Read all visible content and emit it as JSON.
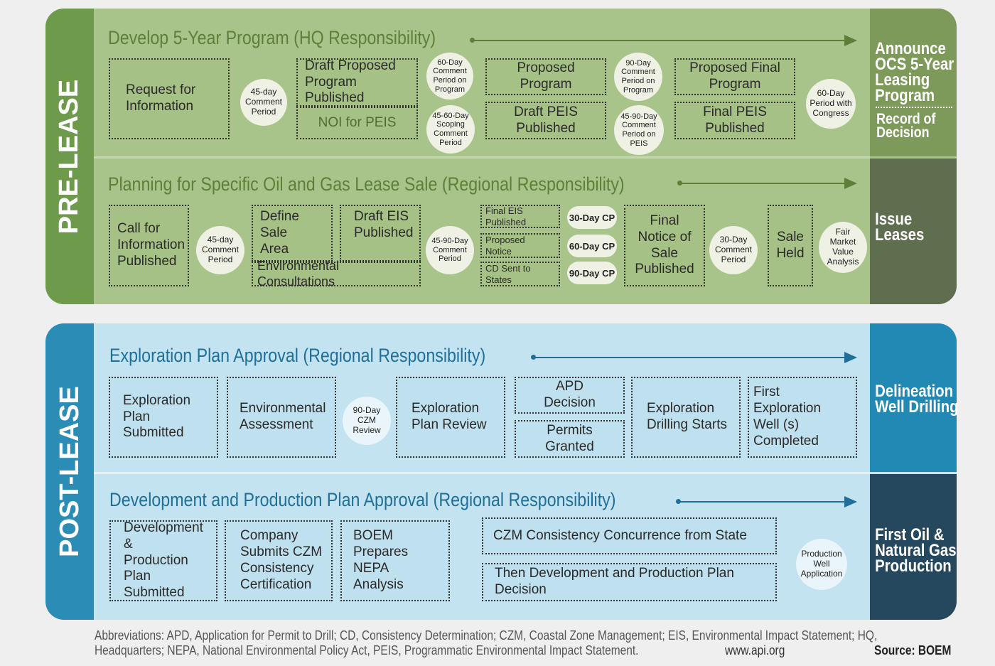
{
  "colors": {
    "prelease_dark": "#6e9a4c",
    "prelease_light": "#a9c48a",
    "postlease_dark": "#2b8cb6",
    "postlease_light": "#c3e3f1",
    "side_green": "#7d9a5b",
    "side_olive": "#5f6e4f",
    "side_teal": "#2289b5",
    "side_navy": "#25485f"
  },
  "prelease": {
    "label": "PRE-LEASE",
    "hq": {
      "title": "Develop 5-Year Program (HQ Responsibility)",
      "request_info": "Request for\nInformation",
      "c45": "45-day\nComment\nPeriod",
      "draft_proposed": "Draft Proposed\nProgram Published",
      "noi": "NOI for PEIS",
      "c60": "60-Day\nComment\nPeriod on\nProgram",
      "c45_60": "45-60-Day\nScoping\nComment\nPeriod",
      "proposed_program": "Proposed Program",
      "draft_peis": "Draft PEIS\nPublished",
      "c90": "90-Day\nComment\nPeriod on\nProgram",
      "c45_90": "45-90-Day\nComment\nPeriod on\nPEIS",
      "proposed_final": "Proposed Final\nProgram",
      "final_peis": "Final PEIS\nPublished",
      "c60_congress": "60-Day\nPeriod with\nCongress",
      "side_title": "Announce\nOCS 5-Year\nLeasing\nProgram",
      "side_sub": "Record of\nDecision"
    },
    "regional": {
      "title": "Planning for Specific Oil and Gas Lease Sale (Regional Responsibility)",
      "call_info": "Call for\nInformation\nPublished",
      "c45": "45-day\nComment\nPeriod",
      "define_area": "Define\nSale\nArea",
      "draft_eis": "Draft EIS\nPublished",
      "env_consult": "Environmental Consultations",
      "c45_90": "45-90-Day\nComment\nPeriod",
      "final_eis": "Final EIS Published",
      "proposed_notice": "Proposed Notice",
      "cd_sent": "CD Sent to States",
      "cp30": "30-Day CP",
      "cp60": "60-Day CP",
      "cp90": "90-Day CP",
      "final_notice": "Final\nNotice of\nSale\nPublished",
      "c30": "30-Day\nComment\nPeriod",
      "sale_held": "Sale\nHeld",
      "fair_market": "Fair\nMarket\nValue\nAnalysis",
      "side_title": "Issue\nLeases"
    }
  },
  "postlease": {
    "label": "POST-LEASE",
    "exploration": {
      "title": "Exploration Plan Approval (Regional Responsibility)",
      "plan_submitted": "Exploration\nPlan Submitted",
      "env_assessment": "Environmental\nAssessment",
      "czm90": "90-Day\nCZM Review",
      "plan_review": "Exploration\nPlan Review",
      "apd_decision": "APD\nDecision",
      "permits": "Permits\nGranted",
      "drilling_starts": "Exploration\nDrilling Starts",
      "first_well": "First Exploration\nWell (s) Completed",
      "side_title": "Delineation\nWell Drilling"
    },
    "development": {
      "title": "Development and Production Plan Approval (Regional Responsibility)",
      "dpp_submitted": "Development &\nProduction Plan\nSubmitted",
      "company_czm": "Company\nSubmits CZM\nConsistency\nCertification",
      "boem_nepa": "BOEM Prepares\nNEPA  Analysis",
      "czm_concurrence": "CZM Consistency Concurrence from State",
      "dpp_decision": "Then Development and Production Plan Decision",
      "production_well": "Production\nWell\nApplication",
      "side_title": "First Oil &\nNatural Gas\nProduction"
    }
  },
  "footer": {
    "line1": "Abbreviations: APD, Application for Permit to Drill; CD, Consistency Determination; CZM, Coastal Zone Management; EIS, Environmental Impact Statement; HQ,",
    "line2": "Headquarters; NEPA, National Environmental Policy Act, PEIS, Programmatic Environmental Impact Statement.",
    "url": "www.api.org",
    "source": "Source: BOEM"
  }
}
